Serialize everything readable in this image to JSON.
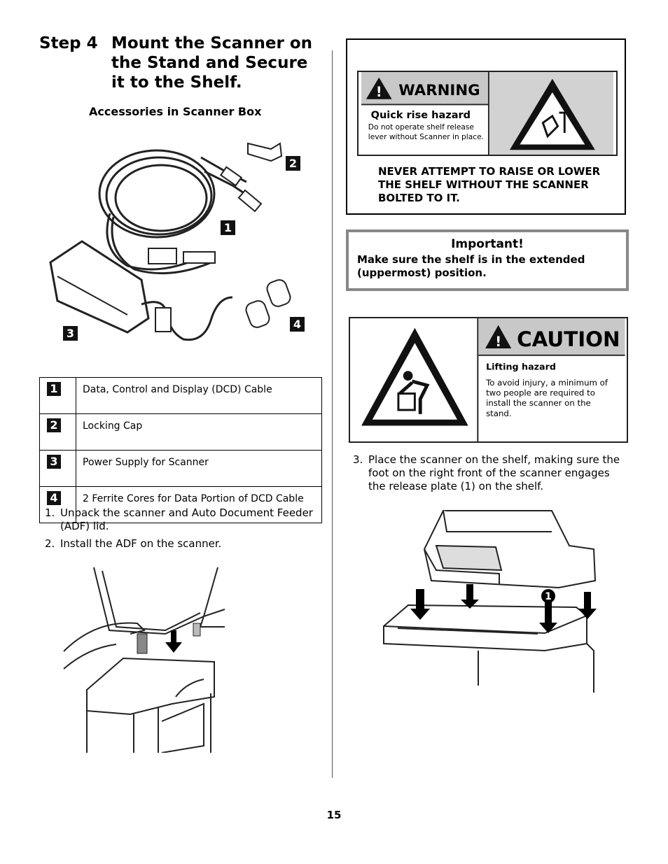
{
  "heading": {
    "step": "Step 4",
    "title": "Mount the Scanner on the Stand and Secure it to the Shelf."
  },
  "accessories": {
    "heading": "Accessories in Scanner Box",
    "callouts": [
      "1",
      "2",
      "3",
      "4"
    ],
    "items": [
      {
        "num": "1",
        "desc": "Data, Control and Display (DCD) Cable"
      },
      {
        "num": "2",
        "desc": "Locking Cap"
      },
      {
        "num": "3",
        "desc": "Power Supply for Scanner"
      },
      {
        "num": "4",
        "desc": "2 Ferrite Cores for Data Portion of DCD Cable"
      }
    ]
  },
  "steps": [
    {
      "num": "1.",
      "text": "Unpack the scanner and Auto Document Feeder (ADF) lid."
    },
    {
      "num": "2.",
      "text": "Install the ADF on the scanner."
    },
    {
      "num": "3.",
      "text": "Place the scanner on the shelf, making sure the foot on the right front of the scanner engages the release plate (1) on the shelf."
    }
  ],
  "warning": {
    "label_title": "WARNING",
    "label_sub": "Quick rise hazard",
    "label_text_1": "Do not operate shelf release",
    "label_text_2": "lever without Scanner in place.",
    "body": "NEVER ATTEMPT TO RAISE OR LOWER THE SHELF WITHOUT THE SCANNER BOLTED TO IT."
  },
  "important": {
    "title": "Important!",
    "body": "Make sure the shelf is in the extended (uppermost) position."
  },
  "caution": {
    "label_title": "CAUTION",
    "label_sub": "Lifting hazard",
    "label_text_1": "To avoid injury, a minimum of",
    "label_text_2": "two people are required to",
    "label_text_3": "install the scanner on the",
    "label_text_4": "stand."
  },
  "figure_callout": "1",
  "page_number": "15"
}
